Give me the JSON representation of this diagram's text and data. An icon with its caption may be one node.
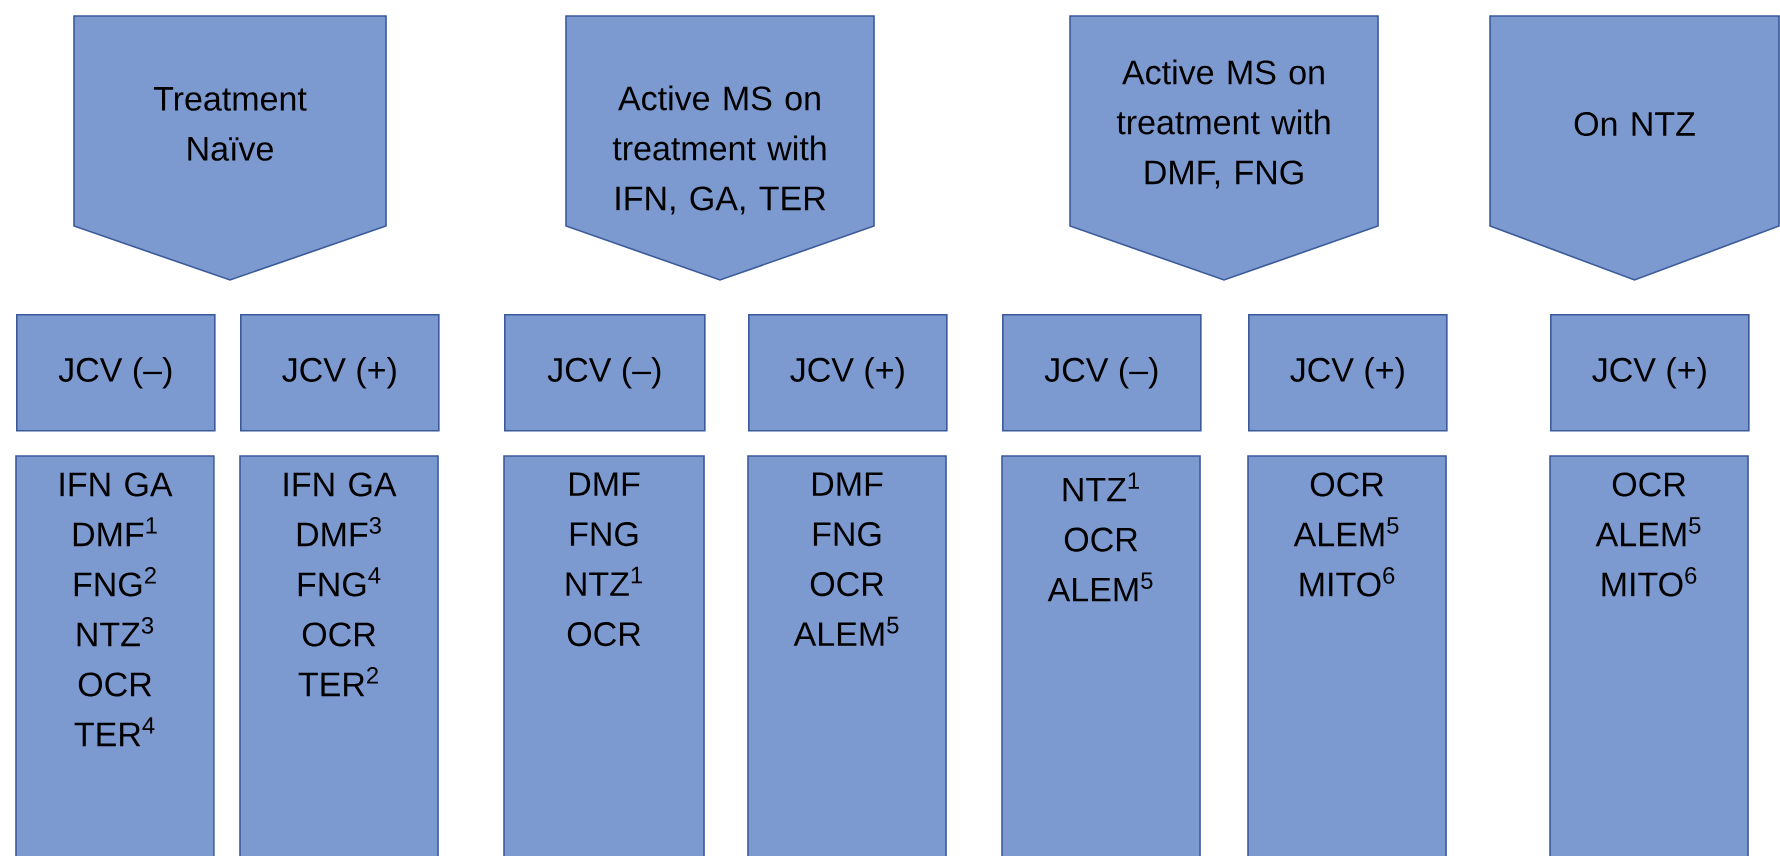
{
  "diagram": {
    "nodes": [
      {
        "text": [
          "Treatment Naïve"
        ]
      },
      {
        "text": [
          "Active MS on treatment with IFN, GA, TER"
        ]
      },
      {
        "text": [
          "Active MS on treatment with DMF, FNG"
        ]
      },
      {
        "text": [
          "On NTZ"
        ]
      },
      {
        "text": [
          "JCV (–)"
        ]
      },
      {
        "text": [
          "JCV (+)"
        ]
      },
      {
        "text": [
          "JCV (–)"
        ]
      },
      {
        "text": [
          "JCV (+)"
        ]
      },
      {
        "text": [
          "JCV (–)"
        ]
      },
      {
        "text": [
          "JCV (+)"
        ]
      },
      {
        "text": [
          "JCV (+)"
        ]
      },
      {
        "text": [
          "IFN GA DMF$^{1}$ FNG$^{2}$ NTZ$^{3}$ OCR TER$^{4}$"
        ]
      },
      {
        "text": [
          "IFN GA DMF$^{3}$ FNG$^{4}$ OCR TER$^{2}$"
        ]
      },
      {
        "text": [
          "DMF FNG NTZ$^{1}$ OCR"
        ]
      },
      {
        "text": [
          "DMF FNG OCR ALEM$^{5}$"
        ]
      },
      {
        "text": [
          "NTZ$^{1}$ OCR ALEM$^{5}$"
        ]
      },
      {
        "text": [
          "OCR ALEM$^{5}$ MITO$^{6}$"
        ]
      },
      {
        "text": [
          "OCR ALEM$^{5}$ MITO$^{6}$"
        ]
      }
    ]
  }
}
